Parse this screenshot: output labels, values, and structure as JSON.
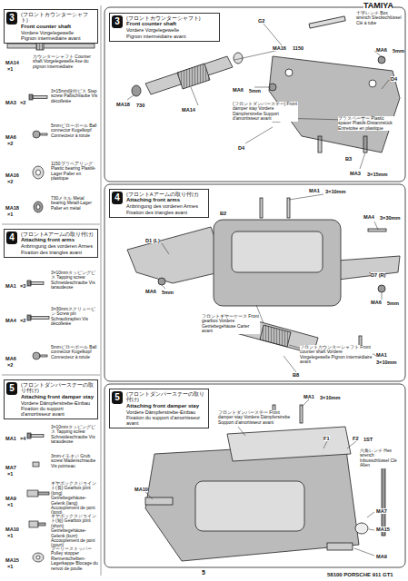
{
  "diagram": {
    "nodes": [
      {
        "text": [
          "3",
          "(フロントカウンターシャフト)",
          "Front counter shaft",
          "Vordere Vorgelegewelle",
          "Pignon intermédiaire avant"
        ]
      },
      {
        "text": [
          "4",
          "(フロントAアームの取り付け)",
          "Attaching front arms",
          "Anbringung des vorderen Armes",
          "Fixation des triangles avant"
        ]
      },
      {
        "text": [
          "5",
          "(フロントダンパーステーの取り付け)",
          "Attaching front damper stay",
          "Vordere Dämpferstrebe-Einbau",
          "Fixation du support d'amortisseur avant"
        ]
      },
      {
        "text": [
          "3",
          "(フロントカウンターシャフト)",
          "Front counter shaft",
          "Vordere Vorgelegewelle",
          "Pignon intermédiaire avant"
        ]
      },
      {
        "text": [
          "4",
          "(フロントAアームの取り付け)",
          "Attaching front arms",
          "Anbringung des vorderen Armes",
          "Fixation des triangles avant"
        ]
      },
      {
        "text": [
          "5",
          "(フロントダンパーステーの取り付け)",
          "Attaching front damper stay",
          "Vordere Dämpferstrebe-Einbau",
          "Fixation du support d'amortisseur avant"
        ]
      }
    ],
    "labels": [
      "TAMIYA",
      "MA14",
      "×1",
      "カウンターシャフト Counter shaft Vorgelegewelle Axe du pignon intermédiaire",
      "MA3",
      "×2",
      "3×15mm段付ビス Step screw Paßschraube Vis décolletée",
      "MA6",
      "×2",
      "5mmピローボール Ball connector Kugelkopf Connecteur à rotule",
      "MA16",
      "×2",
      "1150プラベアリング Plastic bearing Plastik-Lager Palier en plastique",
      "MA18",
      "×1",
      "730メタル Metal bearing Metall-Lager Palier en métal",
      "MA1",
      "×3",
      "3×10mmタッピングビス Tapping screw Schneideschraube Vis taraudeuse",
      "MA4",
      "×2",
      "3×30mmスクリューピン Screw pin Schraubzapfen Vis décolletée",
      "MA6",
      "×2",
      "5mmピローボール Ball connector Kugelkopf Connecteur à rotule",
      "MA1",
      "×4",
      "3×10mmタッピングビス Tapping screw Schneideschraube Vis taraudeuse",
      "MA7",
      "×1",
      "3mmイモネジ Grub screw Madenschraube Vis pointeau",
      "MA9",
      "×1",
      "ギヤボックスジョイント(長) Gearbox joint (long) Getriebegehäuse-Gelenk (lang) Accouplement de pont (long)",
      "MA10",
      "×1",
      "ギヤボックスジョイント(短) Gearbox joint (short) Getriebegehäuse-Gelenk (kurz) Accouplement de pont (court)",
      "MA15",
      "×1",
      "プーリーストッパー Pulley stopper Riemenscheiben-Lagerkappe Blocage du renvoi de poulie",
      "G2",
      "十字レンチ Box wrench Steckschlüssel Clé à tube",
      "MA16",
      "1150",
      "MA6",
      "5mm",
      "MA6",
      "5mm",
      "D4",
      "MA14",
      "MA18",
      "730",
      "(フロントダンパーステー) Front damper stay Vordere Dämpferstrebe Support d'amortisseur avant",
      "プラスペーサー Plastic spacer Plastik-Distanzstück Entretoise en plastique",
      "D4",
      "B3",
      "MA3",
      "3×15mm",
      "MA1",
      "3×10mm",
      "B2",
      "MA4",
      "3×30mm",
      "D1 (L)",
      "MA6",
      "5mm",
      "D7 (R)",
      "MA6",
      "5mm",
      "フロントギヤーケース Front gearbox Vordere Getriebegehäuse Carter avant",
      "フロントカウンターシャフト Front counter shaft Vordere Vorgelegewelle Pignon intermédiaire avant",
      "B8",
      "MA1",
      "3×10mm",
      "MA1",
      "3×10mm",
      "フロントダンパーステー Front damper stay Vordere Dämpferstrebe Support d'amortisseur avant",
      "F1",
      "F2",
      "1ST",
      "六角レンチ Hex wrench Inbusschlüssel Clé Allen",
      "MA10",
      "MA7",
      "MA15",
      "MA9",
      "5",
      "58100 PORSCHE 911 GT1"
    ]
  }
}
